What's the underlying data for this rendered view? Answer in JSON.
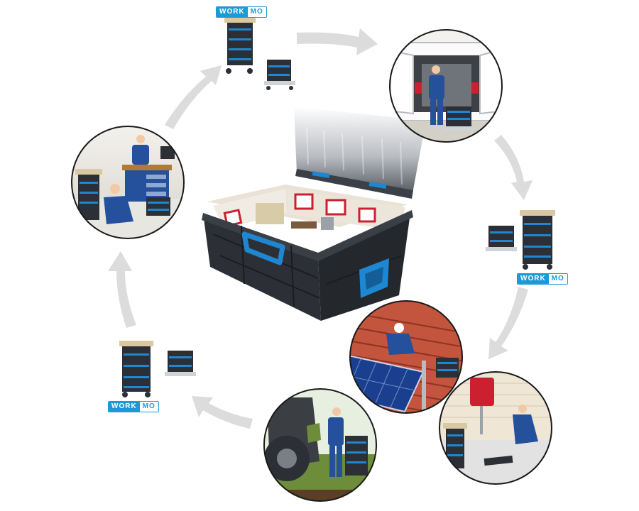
{
  "brand": {
    "part1": "WORK",
    "part2": "MO",
    "color": "#1c9ad6"
  },
  "colors": {
    "arrow": "#dcdcdc",
    "case_body": "#2c3036",
    "case_accent": "#1f86d1",
    "workwear": "#24509c"
  },
  "scenes": [
    {
      "name": "workshop",
      "icon": "workbench-worker-icon"
    },
    {
      "name": "van-loading",
      "icon": "van-icon"
    },
    {
      "name": "solar-roof",
      "icon": "solar-panel-roof-icon"
    },
    {
      "name": "boiler-room",
      "icon": "boiler-installation-icon"
    },
    {
      "name": "machinery-field",
      "icon": "tractor-repair-icon"
    }
  ]
}
